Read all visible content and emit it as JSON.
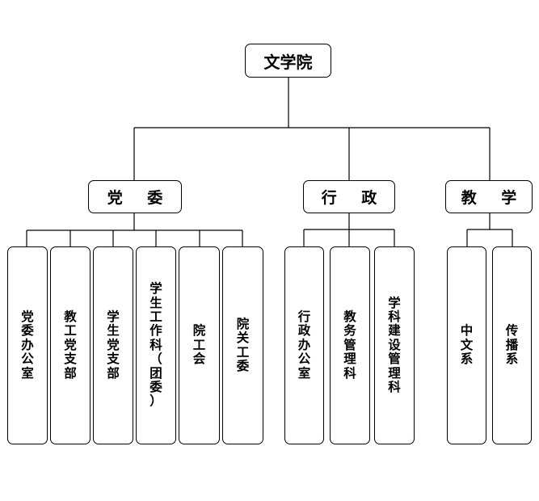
{
  "root": {
    "label": "文学院"
  },
  "branches": [
    {
      "label": "党 委",
      "leaves": [
        "党委办公室",
        "教工党支部",
        "学生党支部",
        "学生工作科（团委）",
        "院工会",
        "院关工委"
      ]
    },
    {
      "label": "行 政",
      "leaves": [
        "行政办公室",
        "教务管理科",
        "学科建设管理科"
      ]
    },
    {
      "label": "教 学",
      "leaves": [
        "中文系",
        "传播系"
      ]
    }
  ]
}
